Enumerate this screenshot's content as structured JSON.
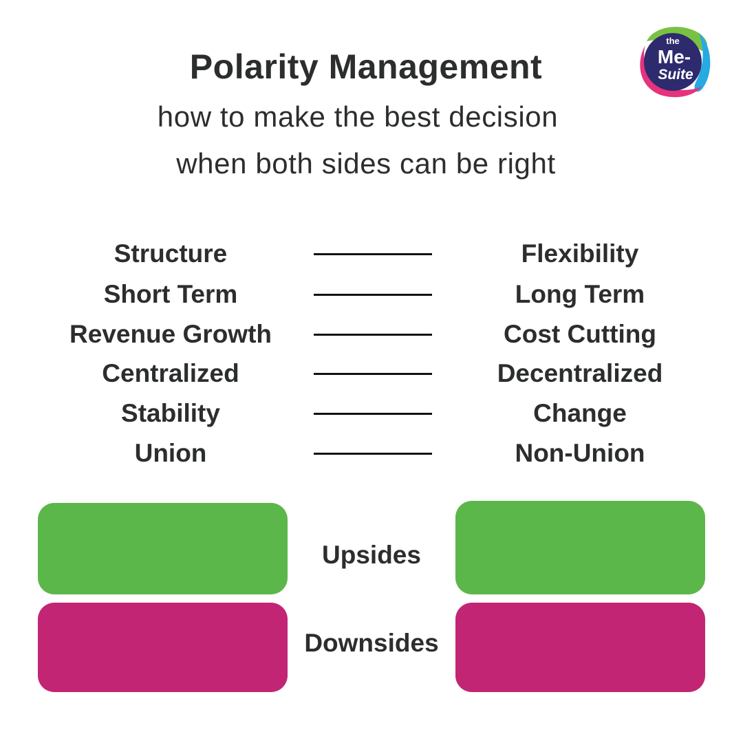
{
  "header": {
    "title": "Polarity Management",
    "subtitle_line1": "how to make the best decision",
    "subtitle_line2": "when both sides can be right"
  },
  "logo": {
    "line1": "the",
    "line2": "Me-",
    "line3": "Suite",
    "colors": {
      "circle": "#2e2a6e",
      "blob_pink": "#e5337e",
      "blob_blue": "#27a9e1",
      "blob_green": "#7ac143",
      "text": "#ffffff"
    }
  },
  "pairs": [
    {
      "left": "Structure",
      "right": "Flexibility"
    },
    {
      "left": "Short Term",
      "right": "Long Term"
    },
    {
      "left": "Revenue Growth",
      "right": "Cost Cutting"
    },
    {
      "left": "Centralized",
      "right": "Decentralized"
    },
    {
      "left": "Stability",
      "right": "Change"
    },
    {
      "left": "Union",
      "right": "Non-Union"
    }
  ],
  "quadrants": {
    "upsides_label": "Upsides",
    "downsides_label": "Downsides",
    "upside_color": "#5cb74a",
    "downside_color": "#c22574"
  },
  "colors": {
    "text": "#2b2e2c",
    "connector": "#111111",
    "background": "#ffffff"
  }
}
